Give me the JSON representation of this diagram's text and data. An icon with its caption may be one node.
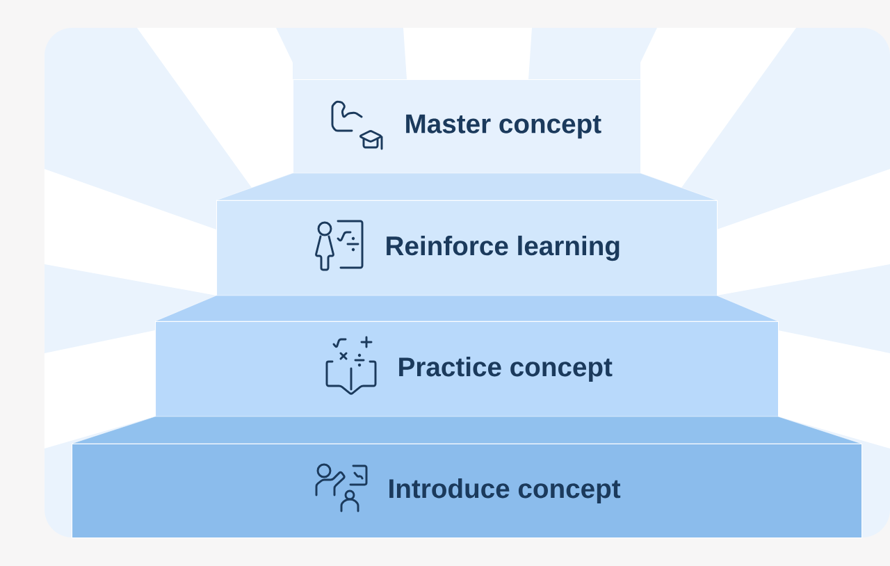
{
  "diagram": {
    "nodes": [
      {
        "text": [
          "Master concept"
        ]
      },
      {
        "text": [
          "Reinforce learning"
        ]
      },
      {
        "text": [
          "Practice concept"
        ]
      },
      {
        "text": [
          "Introduce concept"
        ]
      }
    ]
  }
}
